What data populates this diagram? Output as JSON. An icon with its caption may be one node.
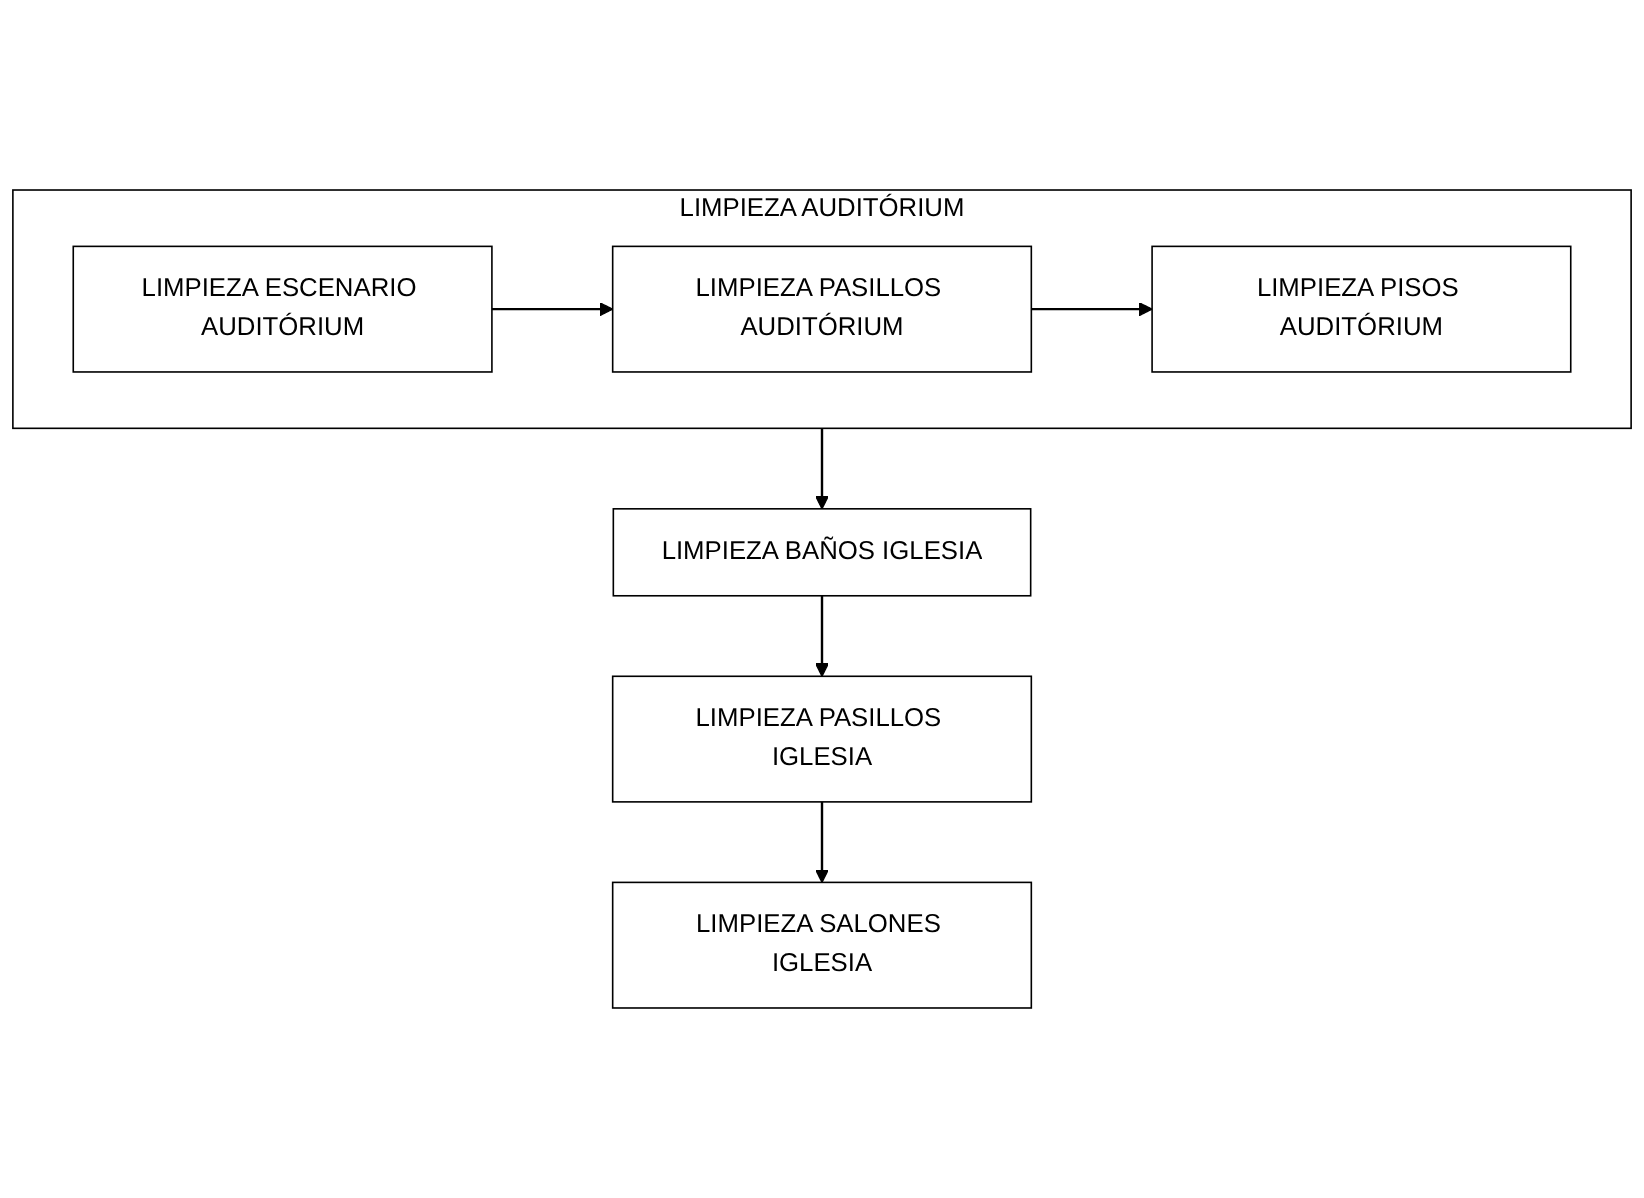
{
  "diagram": {
    "nodes": [
      {
        "text": [
          "LIMPIEZA AUDITÓRIUM"
        ]
      },
      {
        "text": [
          "LIMPIEZA ESCENARIO AUDITÓRIUM"
        ],
        "in": 0
      },
      {
        "text": [
          "LIMPIEZA PASILLOS AUDITÓRIUM"
        ],
        "in": 0
      },
      {
        "text": [
          "LIMPIEZA PISOS AUDITÓRIUM"
        ],
        "in": 0
      },
      {
        "text": [
          "LIMPIEZA BAÑOS IGLESIA"
        ]
      },
      {
        "text": [
          "LIMPIEZA PASILLOS IGLESIA"
        ]
      },
      {
        "text": [
          "LIMPIEZA SALONES IGLESIA"
        ]
      }
    ],
    "edges": [
      {
        "from": 1,
        "to": 2,
        "arrow": "to"
      },
      {
        "from": 2,
        "to": 3,
        "arrow": "to"
      },
      {
        "from": 0,
        "to": 4,
        "arrow": "to"
      },
      {
        "from": 4,
        "to": 5,
        "arrow": "to"
      },
      {
        "from": 5,
        "to": 6,
        "arrow": "to"
      }
    ]
  }
}
